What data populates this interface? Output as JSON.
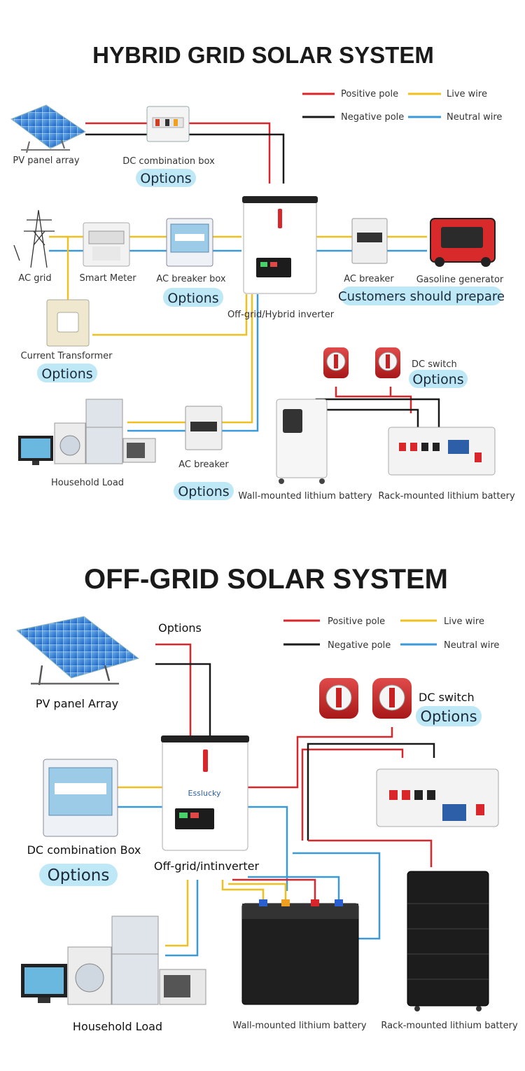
{
  "colors": {
    "positive": "#d8262b",
    "negative": "#1a1a1a",
    "live": "#f0c020",
    "neutral": "#3a9ad9",
    "option_badge": "#bfe8f7"
  },
  "hybrid": {
    "title": "HYBRID GRID SOLAR SYSTEM",
    "legend": {
      "positive": "Positive pole",
      "negative": "Negative pole",
      "live": "Live wire",
      "neutral": "Neutral wire"
    },
    "labels": {
      "pv": "PV panel array",
      "dc_box": "DC combination box",
      "ac_grid": "AC grid",
      "smart_meter": "Smart Meter",
      "ac_breaker_box": "AC breaker box",
      "inverter": "Off-grid/Hybrid inverter",
      "ac_breaker_right": "AC breaker",
      "generator": "Gasoline generator",
      "ct": "Current Transformer",
      "dc_switch": "DC switch",
      "household": "Household Load",
      "ac_breaker_bottom": "AC breaker",
      "wall_battery": "Wall-mounted lithium battery",
      "rack_battery": "Rack-mounted lithium battery"
    },
    "badges": {
      "dc_box": "Options",
      "ac_breaker_box": "Options",
      "customers": "Customers should prepare",
      "ct": "Options",
      "dc_switch": "Options",
      "ac_breaker_bottom": "Options"
    }
  },
  "offgrid": {
    "title": "OFF-GRID SOLAR SYSTEM",
    "legend": {
      "positive": "Positive pole",
      "negative": "Negative pole",
      "live": "Live wire",
      "neutral": "Neutral wire"
    },
    "labels": {
      "options_top": "Options",
      "pv": "PV panel Array",
      "dc_switch": "DC switch",
      "dc_box": "DC combination Box",
      "inverter": "Off-grid/intinverter",
      "household": "Household Load",
      "wall_battery": "Wall-mounted lithium battery",
      "rack_battery": "Rack-mounted lithium battery",
      "brand": "Esslucky"
    },
    "badges": {
      "dc_switch": "Options",
      "dc_box": "Options"
    }
  }
}
